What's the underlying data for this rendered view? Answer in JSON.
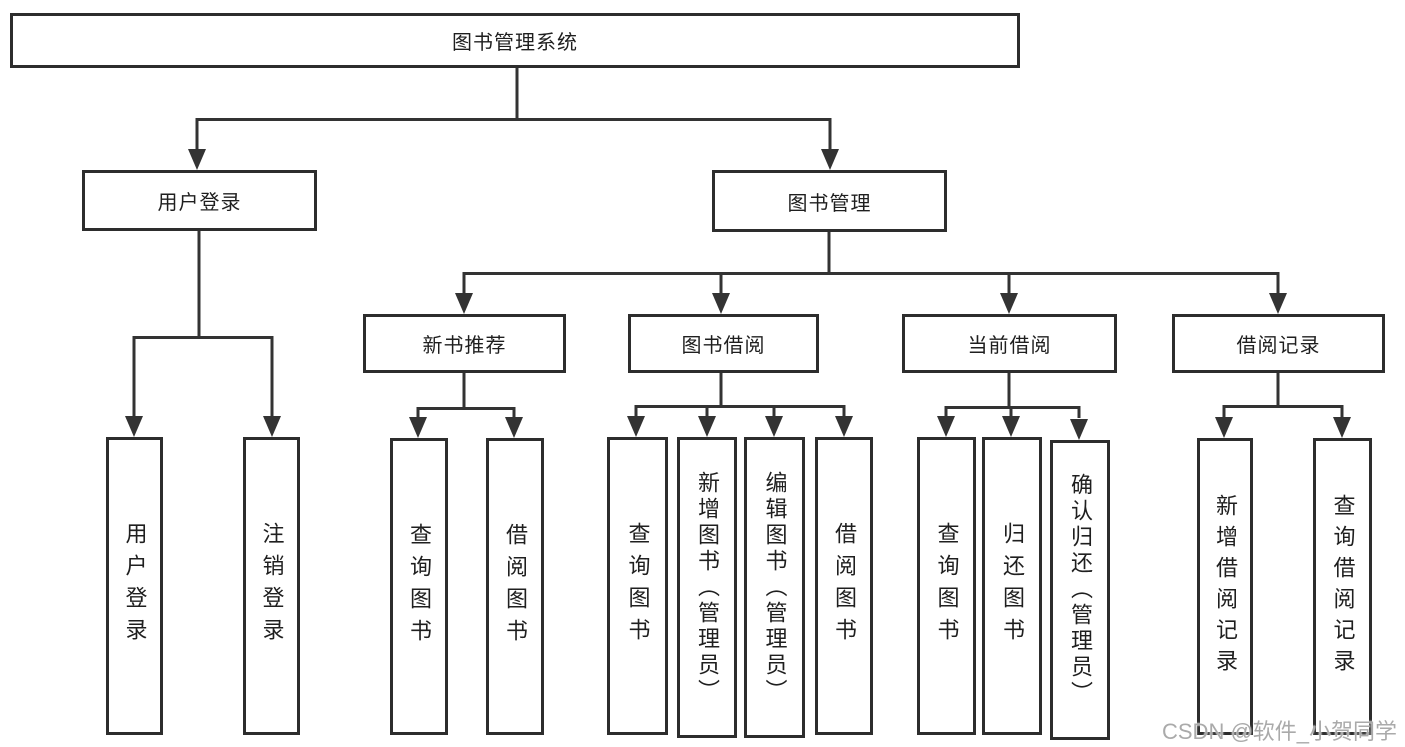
{
  "nodes": {
    "root": "图书管理系统",
    "login": "用户登录",
    "book_mgmt": "图书管理",
    "rec": "新书推荐",
    "borrow": "图书借阅",
    "current": "当前借阅",
    "record": "借阅记录"
  },
  "leaves": {
    "login": [
      "用户登录",
      "注销登录"
    ],
    "rec": [
      "查询图书",
      "借阅图书"
    ],
    "borrow": [
      "查询图书",
      "新增图书（管理员）",
      "编辑图书（管理员）",
      "借阅图书"
    ],
    "current": [
      "查询图书",
      "归还图书",
      "确认归还（管理员）"
    ],
    "record": [
      "新增借阅记录",
      "查询借阅记录"
    ]
  },
  "watermark": {
    "text": "CSDN @软件_小贺同学"
  },
  "colors": {
    "line": "#333333",
    "box_border": "#2d2d2d",
    "box_fill": "#ffffff",
    "text": "#1f1f1f",
    "watermark": "#9e9e9e"
  }
}
